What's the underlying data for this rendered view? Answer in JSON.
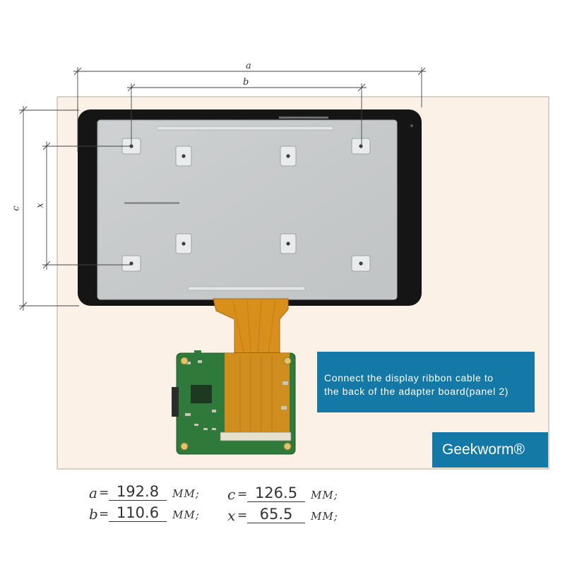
{
  "dimensions": {
    "a_label": "a",
    "b_label": "b",
    "c_label": "c",
    "x_label": "x"
  },
  "callout": {
    "line1": "Connect the display ribbon cable to",
    "line2": "the back of the adapter board(panel 2)"
  },
  "brand": {
    "text": "Geekworm®"
  },
  "values": {
    "a": {
      "symbol": "a",
      "value": "192.8",
      "unit": "MM;"
    },
    "b": {
      "symbol": "b",
      "value": "110.6",
      "unit": "MM;"
    },
    "c": {
      "symbol": "c",
      "value": "126.5",
      "unit": "MM;"
    },
    "x": {
      "symbol": "x",
      "value": "65.5",
      "unit": "MM;"
    },
    "equals": "="
  },
  "colors": {
    "background_panel": "#fcf1e6",
    "callout_blue": "#1479a6",
    "display_bezel": "#151515",
    "display_back": "#c7cacb",
    "ribbon": "#d98f1c",
    "pcb": "#2f7a3a"
  }
}
